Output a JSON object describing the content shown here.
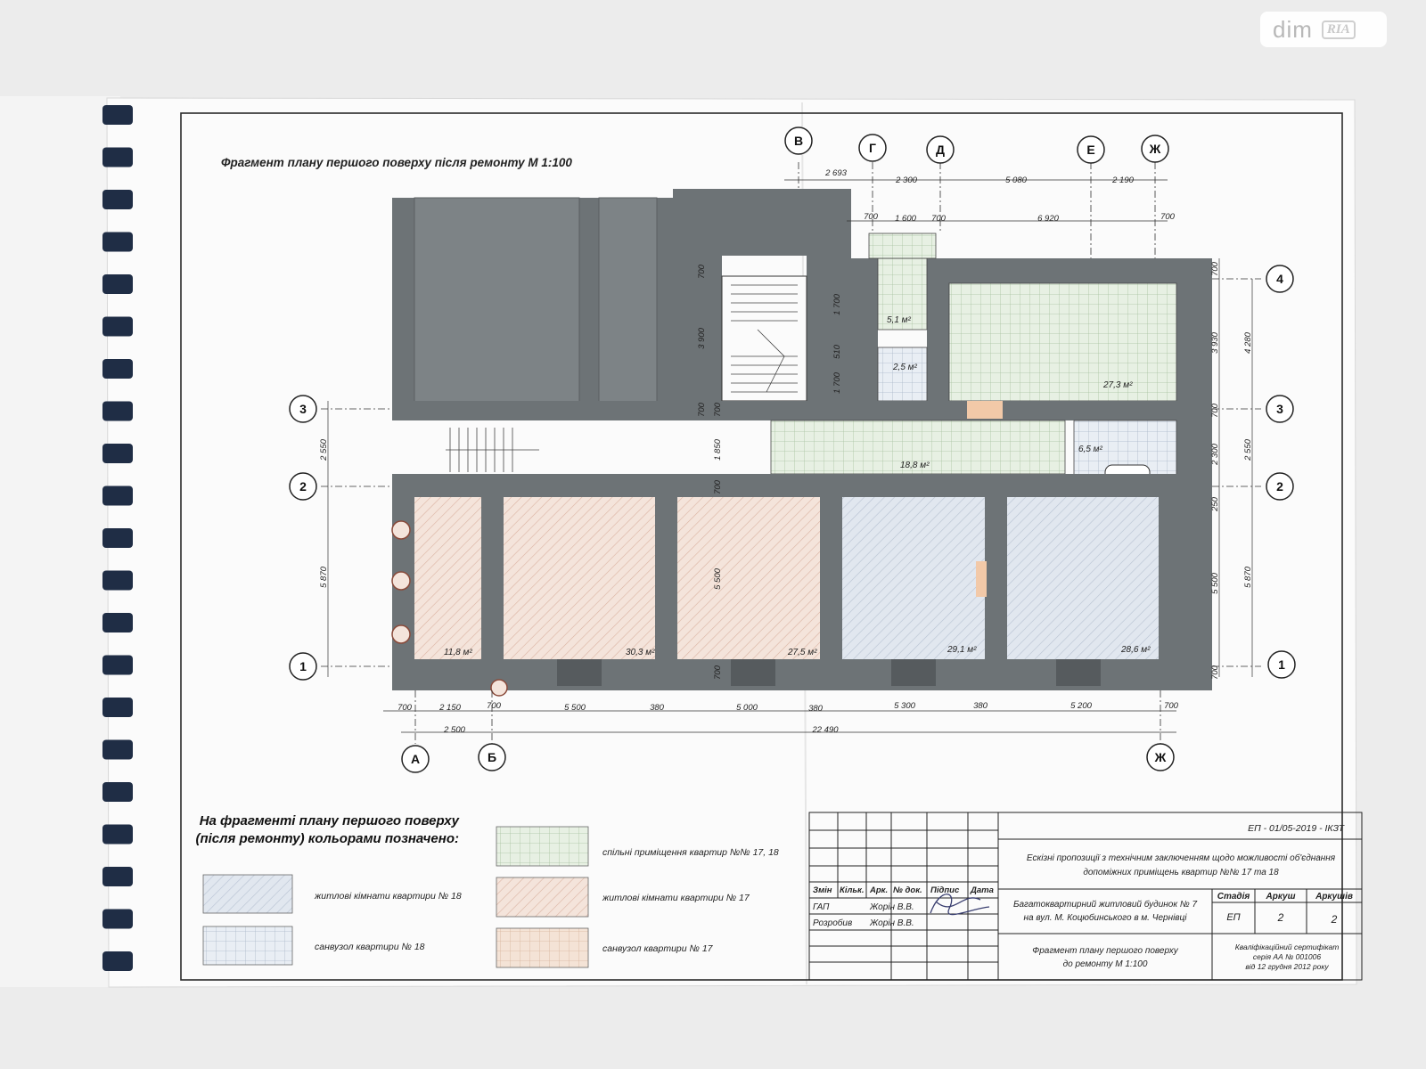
{
  "watermark": {
    "brand": "dim",
    "badge": "RIA"
  },
  "drawing": {
    "title": "Фрагмент плану першого поверху після ремонту  М 1:100",
    "axes": {
      "top": [
        "В",
        "Г",
        "Д",
        "Е",
        "Ж"
      ],
      "bottom": [
        "А",
        "Б",
        "Ж"
      ],
      "left": [
        "3",
        "2",
        "1"
      ],
      "right": [
        "4",
        "3",
        "2",
        "1"
      ]
    },
    "dims_top_row1": [
      "2 693",
      "2 300",
      "5 080",
      "2 190"
    ],
    "dims_top_row2": [
      "700",
      "1 600",
      "700",
      "6 920",
      "700"
    ],
    "dims_bottom_row1": [
      "700",
      "2 150",
      "700",
      "5 500",
      "380",
      "5 000",
      "380",
      "5 300",
      "380",
      "5 200",
      "700"
    ],
    "dims_bottom_row2": [
      "2 500",
      "22 490"
    ],
    "dims_left": [
      "2 550",
      "5 870"
    ],
    "dims_right_inner": [
      "700",
      "3 930",
      "700",
      "2 300",
      "250",
      "5 500",
      "700"
    ],
    "dims_right_outer": [
      "4 280",
      "2 550",
      "5 870"
    ],
    "dims_interior": [
      "700",
      "3 900",
      "700",
      "700",
      "1 850",
      "700",
      "5 500",
      "700",
      "1 700",
      "1 700",
      "510"
    ],
    "rooms": [
      {
        "area": "11,8 м²"
      },
      {
        "area": "30,3 м²"
      },
      {
        "area": "27,5 м²"
      },
      {
        "area": "29,1 м²"
      },
      {
        "area": "28,6 м²"
      },
      {
        "area": "18,8 м²"
      },
      {
        "area": "27,3 м²"
      },
      {
        "area": "5,1 м²"
      },
      {
        "area": "2,5 м²"
      },
      {
        "area": "6,5 м²"
      }
    ]
  },
  "legend": {
    "heading_line1": "На фрагменті плану першого поверху",
    "heading_line2": "(після ремонту) кольорами позначено:",
    "items": [
      {
        "label": "житлові кімнати квартири № 18"
      },
      {
        "label": "санвузол квартири № 18"
      },
      {
        "label": "спільні приміщення квартир №№ 17, 18"
      },
      {
        "label": "житлові кімнати квартири № 17"
      },
      {
        "label": "санвузол квартири № 17"
      }
    ]
  },
  "title_block": {
    "doc_code": "ЕП - 01/05-2019 - ІКЗТ",
    "project_line1": "Ескізні пропозиції з технічним заключенням щодо можливості об'єднання",
    "project_line2": "допоміжних приміщень квартир №№ 17 та 18",
    "headers": [
      "Змін",
      "Кільк.",
      "Арк.",
      "№ док.",
      "Підпис",
      "Дата"
    ],
    "rows": [
      {
        "role": "ГАП",
        "name": "Жорін В.В."
      },
      {
        "role": "Розробив",
        "name": "Жорін В.В."
      }
    ],
    "building_line1": "Багатоквартирний житловий будинок № 7",
    "building_line2": "на вул. М. Коцюбинського в м. Чернівці",
    "stage_headers": [
      "Стадія",
      "Аркуш",
      "Аркушів"
    ],
    "stage_values": [
      "ЕП",
      "2",
      "2"
    ],
    "sheet_line1": "Фрагмент плану першого поверху",
    "sheet_line2": "до ремонту  М 1:100",
    "cert_line1": "Кваліфікаційний сертифікат",
    "cert_line2": "серія  АА  №  001006",
    "cert_line3": "від  12  грудня  2012 року"
  },
  "colors": {
    "wall": "#6d7376",
    "apt18": "#dfe6ee",
    "apt17": "#f3e2d8",
    "common": "#e3eee0",
    "bath17": "#f2dcc8"
  }
}
